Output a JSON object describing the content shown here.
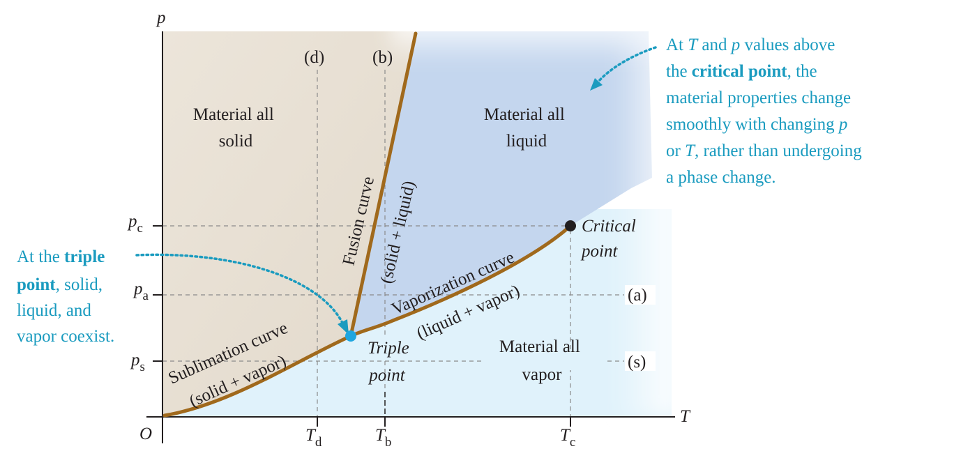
{
  "axes": {
    "y_label": "p",
    "x_label": "T",
    "origin_label": "O",
    "y_ticks": [
      {
        "base": "p",
        "sub": "c"
      },
      {
        "base": "p",
        "sub": "a"
      },
      {
        "base": "p",
        "sub": "s"
      }
    ],
    "x_ticks": [
      {
        "base": "T",
        "sub": "d"
      },
      {
        "base": "T",
        "sub": "b"
      },
      {
        "base": "T",
        "sub": "c"
      }
    ]
  },
  "paths": {
    "d": "(d)",
    "b": "(b)",
    "a": "(a)",
    "s": "(s)"
  },
  "regions": {
    "solid": [
      "Material all",
      "solid"
    ],
    "liquid": [
      "Material all",
      "liquid"
    ],
    "vapor": [
      "Material all",
      "vapor"
    ]
  },
  "curves": {
    "fusion": {
      "name": "Fusion curve",
      "phases": "(solid + liquid)"
    },
    "vaporization": {
      "name": "Vaporization curve",
      "phases": "(liquid + vapor)"
    },
    "sublimation": {
      "name": "Sublimation curve",
      "phases": "(solid + vapor)"
    }
  },
  "points": {
    "triple": [
      "Triple",
      "point"
    ],
    "critical": [
      "Critical",
      "point"
    ]
  },
  "notes": {
    "triple": {
      "line1_pre": "At the ",
      "line1_bold": "triple",
      "line2_bold": "point",
      "line2_post": ", solid,",
      "line3": "liquid, and",
      "line4": "vapor coexist."
    },
    "critical": {
      "line1_a": "At ",
      "line1_T": "T",
      "line1_b": " and ",
      "line1_p": "p",
      "line1_c": " values above",
      "line2_a": "the ",
      "line2_bold": "critical point",
      "line2_b": ", the",
      "line3": "material properties change",
      "line4_a": "smoothly with changing ",
      "line4_p": "p",
      "line5_a": "or ",
      "line5_T": "T",
      "line5_b": ", rather than undergoing",
      "line6": "a phase change."
    }
  },
  "colors": {
    "solid_region": "#e8e0d4",
    "liquid_region": "#c4d6ee",
    "vapor_region": "#e0f2fb",
    "curve": "#a0691c",
    "annotation": "#1a9bbf",
    "triple_point": "#1ea6e0",
    "critical_point": "#231f20"
  }
}
